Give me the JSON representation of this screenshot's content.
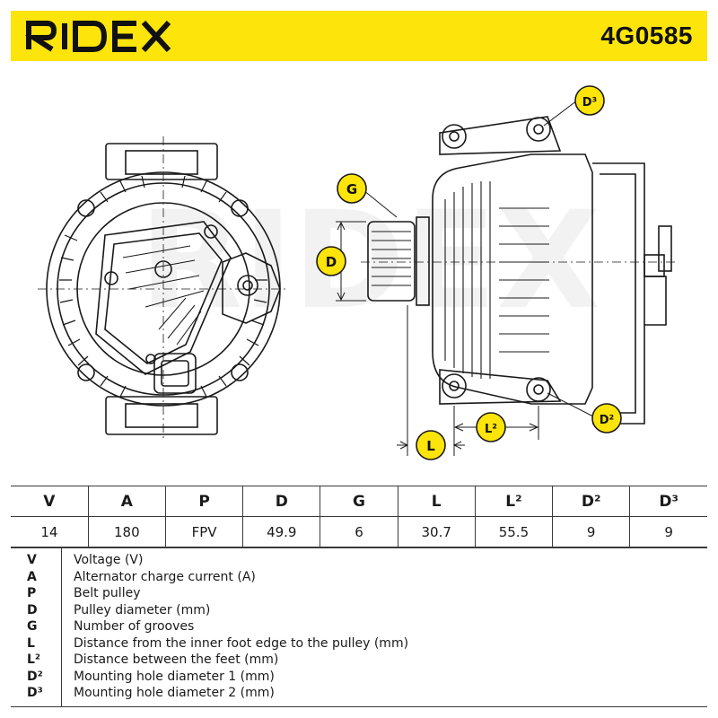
{
  "header": {
    "brand": "RIDEX",
    "part_number": "4G0585",
    "brand_color": "#fde40a"
  },
  "drawing": {
    "callouts": {
      "g": "G",
      "d": "D",
      "d3": "D³",
      "d2": "D²",
      "l2": "L²",
      "l": "L"
    },
    "watermark": "RIDEX",
    "callout_color": "#fde40a"
  },
  "table": {
    "headers": [
      "V",
      "A",
      "P",
      "D",
      "G",
      "L",
      "L²",
      "D²",
      "D³"
    ],
    "values": [
      "14",
      "180",
      "FPV",
      "49.9",
      "6",
      "30.7",
      "55.5",
      "9",
      "9"
    ]
  },
  "legend": [
    {
      "code": "V",
      "desc": "Voltage (V)"
    },
    {
      "code": "A",
      "desc": "Alternator charge current (A)"
    },
    {
      "code": "P",
      "desc": "Belt pulley"
    },
    {
      "code": "D",
      "desc": "Pulley diameter (mm)"
    },
    {
      "code": "G",
      "desc": "Number of grooves"
    },
    {
      "code": "L",
      "desc": "Distance from the inner foot edge to the pulley (mm)"
    },
    {
      "code": "L²",
      "desc": "Distance between the feet (mm)"
    },
    {
      "code": "D²",
      "desc": "Mounting hole diameter 1 (mm)"
    },
    {
      "code": "D³",
      "desc": "Mounting hole diameter 2 (mm)"
    }
  ]
}
